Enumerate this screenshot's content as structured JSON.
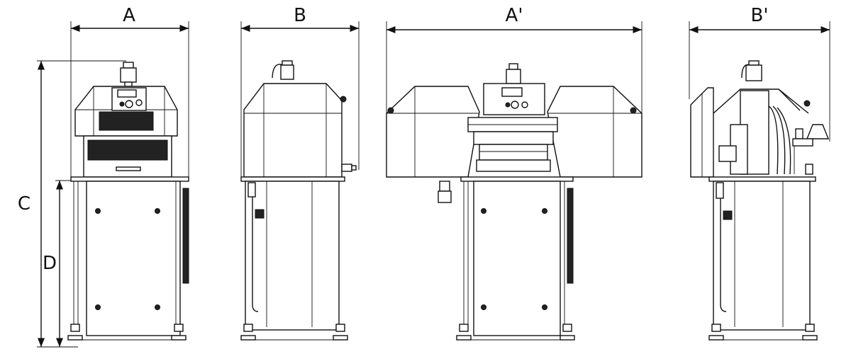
{
  "labels": {
    "a": "A",
    "b": "B",
    "a_prime": "A'",
    "b_prime": "B'",
    "c": "C",
    "d": "D"
  },
  "colors": {
    "line": "#111111",
    "background": "#ffffff"
  }
}
